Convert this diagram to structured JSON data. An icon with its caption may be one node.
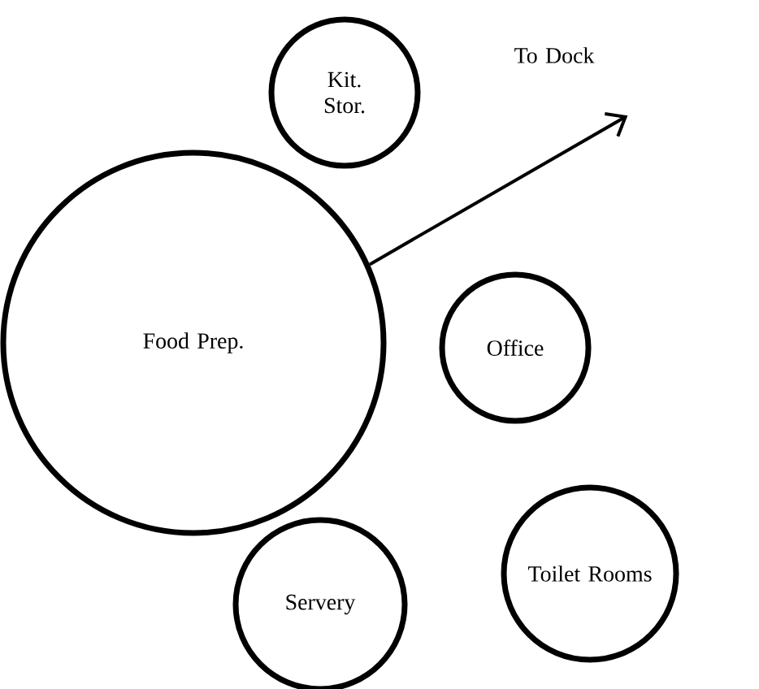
{
  "diagram": {
    "nodes": [
      {
        "text": [
          "Kit. Stor."
        ]
      },
      {
        "text": [
          "To Dock"
        ]
      },
      {
        "text": [
          "Food Prep."
        ]
      },
      {
        "text": [
          "Office"
        ]
      },
      {
        "text": [
          "Servery"
        ]
      },
      {
        "text": [
          "Toilet Rooms"
        ]
      }
    ],
    "edges": [
      {
        "from": 2,
        "to": 1,
        "arrow": "to"
      }
    ]
  }
}
